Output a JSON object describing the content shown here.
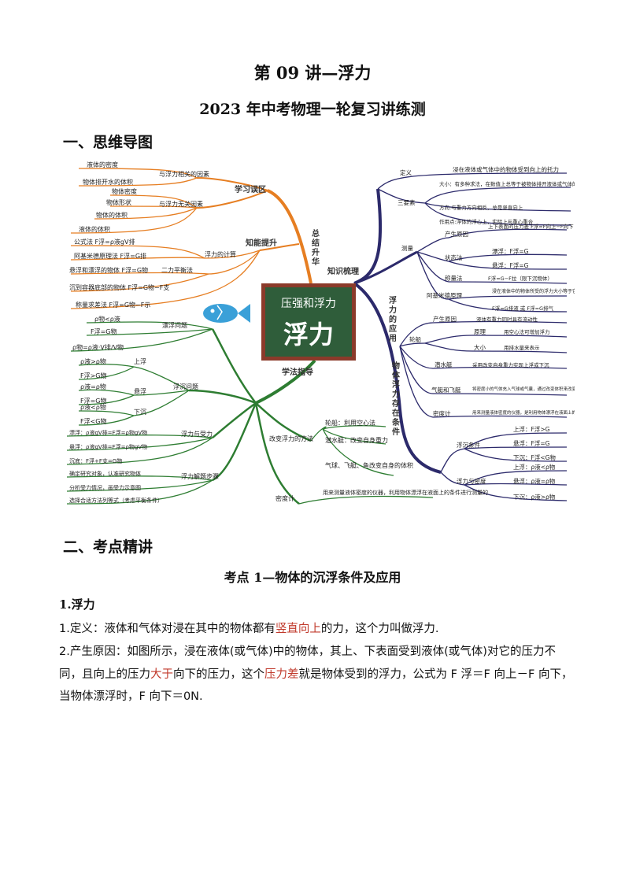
{
  "header": {
    "title": "第 09 讲—浮力",
    "subtitle": "2023 年中考物理一轮复习讲练测"
  },
  "sections": {
    "s1": "一、思维导图",
    "s2": "二、考点精讲"
  },
  "mindmap": {
    "center_top": "压强和浮力",
    "center_main": "浮力",
    "hubs": {
      "summary": "总结升华",
      "knowledge": "知识梳理",
      "method": "学法指导",
      "mistakes": "学习误区",
      "improve": "知能提升",
      "application": "浮力的应用",
      "sink_float": "物体浮力存在条件"
    },
    "mistakes": {
      "related": "与浮力相关的因素",
      "related_items": [
        "液体的密度",
        "物体排开水的体积"
      ],
      "unrelated": "与浮力无关因素",
      "unrelated_items": [
        "物体密度",
        "物体形状",
        "物体的体积",
        "液体的体积"
      ]
    },
    "calc": {
      "label": "浮力的计算",
      "formula1": "公式法  F浮=ρ液gV排",
      "formula2": "阿基米德原理法  F浮=G排",
      "balance": "二力平衡法",
      "float": "悬浮和漂浮的物体  F浮=G物",
      "bottom": "沉到容器底部的物体  F浮=G物−F支",
      "weigh": "称量求差法  F浮=G物−F示"
    },
    "method": {
      "float_problem": "漂浮问题",
      "float_items": [
        "ρ物<ρ液",
        "F浮=G物",
        "ρ物=ρ液·V排/V物"
      ],
      "sink_problem": "浮沉问题",
      "up": "上浮",
      "up_items": [
        "ρ液>ρ物",
        "F浮>G物"
      ],
      "suspend": "悬浮",
      "suspend_items": [
        "ρ液=ρ物",
        "F浮=G物"
      ],
      "down": "下沉",
      "down_items": [
        "ρ液<ρ物",
        "F浮<G物"
      ],
      "force": "浮力与受力",
      "force_items": [
        "漂浮：ρ液gV排=F浮=ρ物gV物",
        "悬浮：ρ液gV排=F浮=ρ物gV物",
        "沉底：F浮+F支=G物"
      ],
      "steps": "浮力解题步骤",
      "step_items": [
        "确定研究对象，认准研究物体",
        "分析受力情况，画受力示意图",
        "选择合适方法列等式（考虑平衡条件）"
      ],
      "change": "改变浮力的方法",
      "change_items": [
        "轮船：利用空心法",
        "潜水艇：改变自身重力",
        "气球、飞艇、鱼改变自身的体积"
      ],
      "densimeter": "密度计",
      "densimeter_text": "用来测量液体密度的仪器，利用物体漂浮在液面上的条件进行测量的"
    },
    "knowledge": {
      "define": "定义",
      "define_text": "浸在液体或气体中的物体受到向上的托力",
      "three": "三要素",
      "size": "大小：有多种求法，在数值上总等于被物体排开液体或气体的重力大小",
      "direction": "方向:与重力方向相反，总是竖直向上",
      "point": "作用点:浮体的浮心上，实际上与重心重合",
      "measure": "测量",
      "cause": "产生原因",
      "cause_text": "上下表面的压力差  F浮=F向上−F向下",
      "state": "状态法",
      "state_items": [
        "漂浮：F浮=G",
        "悬浮：F浮=G"
      ],
      "weigh": "称量法",
      "weigh_text": "F浮=G−F拉（限下沉物体）",
      "archi": "阿基米德原理",
      "archi_text": "浸在液体中的物体所受的浮力大小等于它排开的液体所受的重力",
      "archi_formula": "F浮=G排液 或 F浮=G排气",
      "app_cause": "产生原因",
      "app_cause_text": "液体有重力同时具有流动性",
      "ship": "轮船",
      "ship_principle": "原理",
      "ship_principle_text": "用空心法可增加浮力",
      "ship_size": "大小",
      "ship_size_text": "用排水量来表示",
      "sub": "潜水艇",
      "sub_text": "采用改变自身重力实现上浮或下沉",
      "balloon": "气艇和飞艇",
      "balloon_text": "将密度小的气体充入气球或气囊，通过改变体积来改变所受浮力大小，实现升降",
      "densi": "密度计",
      "densi_text": "用来测量液体密度的仪器，是利用物体漂浮在液面上的条件进行测量的",
      "cond": "浮沉条件",
      "cond_items": [
        "上浮：F浮>G",
        "悬浮：F浮=G",
        "下沉：F浮<G物"
      ],
      "density": "浮力与密度",
      "density_items": [
        "上浮：ρ液<ρ物",
        "悬浮：ρ液=ρ物",
        "下沉：ρ液>ρ物"
      ]
    },
    "colors": {
      "orange": "#e67e22",
      "navy": "#2c2a6b",
      "green": "#2e7d32",
      "board": "#2f5d3a",
      "board_frame": "#8b3a2a",
      "fish": "#3aa0d8"
    }
  },
  "kaodian": {
    "title": "考点 1—物体的沉浮条件及应用",
    "sub": "1.浮力",
    "p1_pre": "1.定义：液体和气体对浸在其中的物体都有",
    "p1_hl": "竖直向上",
    "p1_post": "的力，这个力叫做浮力.",
    "p2_a": "2.产生原因：如图所示，浸在液体(或气体)中的物体，其上、下表面受到液体(或气体)对它的压力不同，且向上的压力",
    "p2_hl1": "大于",
    "p2_b": "向下的压力，这个",
    "p2_hl2": "压力差",
    "p2_c": "就是物体受到的浮力，公式为 F 浮＝F 向上－F 向下，当物体漂浮时，F 向下＝0N."
  }
}
